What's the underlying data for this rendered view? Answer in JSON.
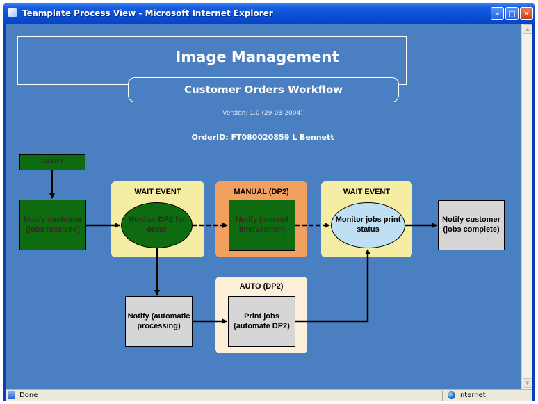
{
  "window": {
    "title": "Teamplate Process View - Microsoft Internet Explorer"
  },
  "header": {
    "title": "Image Management",
    "subtitle": "Customer Orders Workflow",
    "version": "Version:  1.0   (29-03-2004)",
    "order_id": "OrderID:  FT080020859 L Bennett"
  },
  "workflow": {
    "start": "START",
    "notify_received": "Notify customer (jobs received)",
    "wait_event_1": "WAIT EVENT",
    "monitor_dp2": "Monitor DP2 for order",
    "manual_label": "MANUAL (DP2)",
    "notify_manual": "Notify (manual intervention)",
    "wait_event_2": "WAIT EVENT",
    "monitor_jobs": "Monitor jobs print status",
    "notify_complete": "Notify customer (jobs complete)",
    "notify_auto": "Notify (automatic processing)",
    "auto_label": "AUTO (DP2)",
    "print_jobs": "Print jobs (automate DP2)"
  },
  "status_bar": {
    "status": "Done",
    "zone": "Internet"
  },
  "colors": {
    "canvas_background": "#4a7fc1",
    "task_green": "#0f6b0f",
    "task_grey": "#d6d6d6",
    "wait_panel": "#f5eda4",
    "manual_panel": "#f2a060",
    "auto_panel": "#fcf0da",
    "monitor_jobs_ellipse": "#bfe0f2"
  }
}
